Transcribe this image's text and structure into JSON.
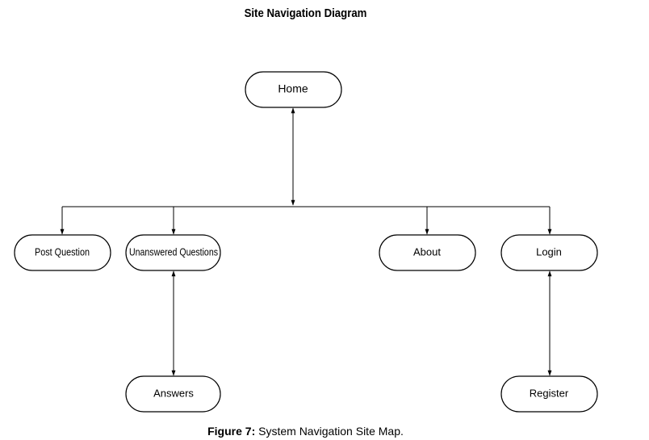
{
  "diagram": {
    "title": "Site Navigation Diagram",
    "nodes": {
      "home": "Home",
      "post_question": "Post Question",
      "unanswered_questions": "Unanswered Questions",
      "about": "About",
      "login": "Login",
      "answers": "Answers",
      "register": "Register"
    }
  },
  "caption": {
    "label": "Figure 7:",
    "text": " System Navigation Site Map."
  }
}
